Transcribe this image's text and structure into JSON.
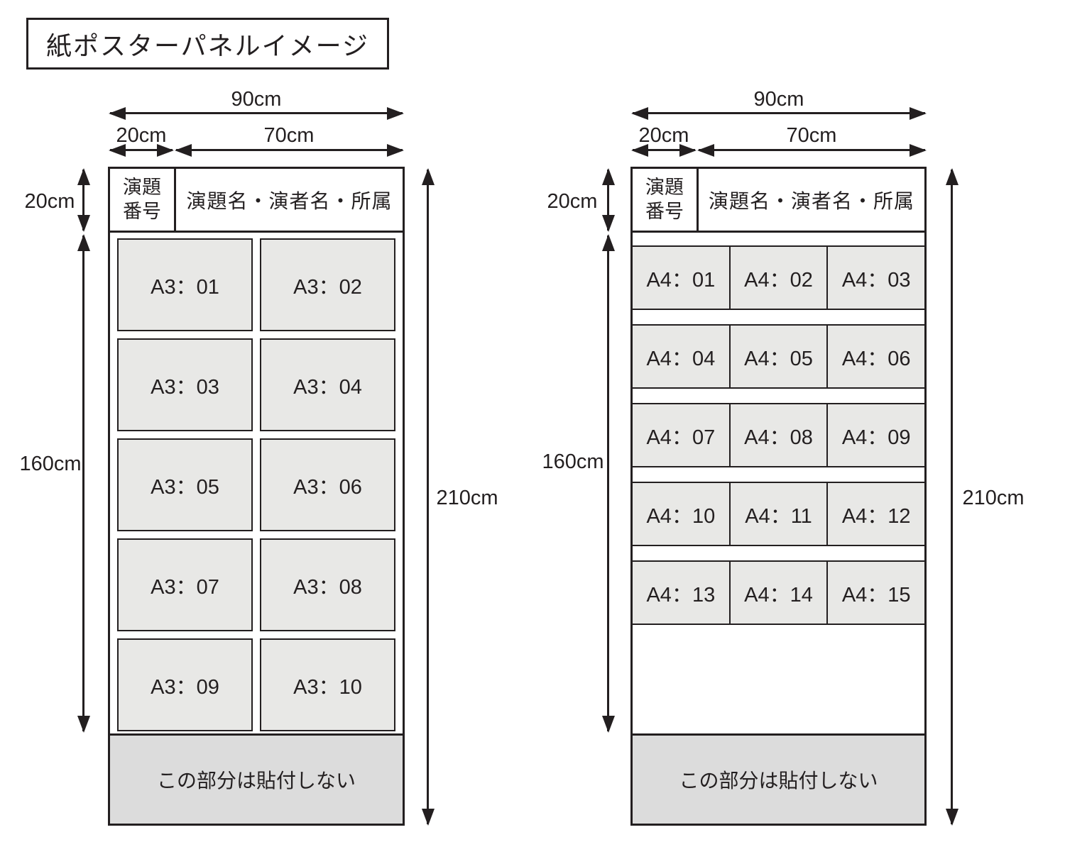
{
  "title": "紙ポスターパネルイメージ",
  "dimensions": {
    "total_width": "90cm",
    "number_col_width": "20cm",
    "title_col_width": "70cm",
    "header_height": "20cm",
    "paste_area_height": "160cm",
    "total_height": "210cm"
  },
  "panel_header": {
    "number_line1": "演題",
    "number_line2": "番号",
    "title": "演題名・演者名・所属"
  },
  "footer_note": "この部分は貼付しない",
  "left_panel": {
    "cells": [
      "A3：01",
      "A3：02",
      "A3：03",
      "A3：04",
      "A3：05",
      "A3：06",
      "A3：07",
      "A3：08",
      "A3：09",
      "A3：10"
    ]
  },
  "right_panel": {
    "rows": [
      [
        "A4：01",
        "A4：02",
        "A4：03"
      ],
      [
        "A4：04",
        "A4：05",
        "A4：06"
      ],
      [
        "A4：07",
        "A4：08",
        "A4：09"
      ],
      [
        "A4：10",
        "A4：11",
        "A4：12"
      ],
      [
        "A4：13",
        "A4：14",
        "A4：15"
      ]
    ]
  },
  "colors": {
    "line": "#231f20",
    "cell_fill": "#e8e8e6",
    "footer_fill": "#dcdcdc",
    "background": "#ffffff"
  }
}
